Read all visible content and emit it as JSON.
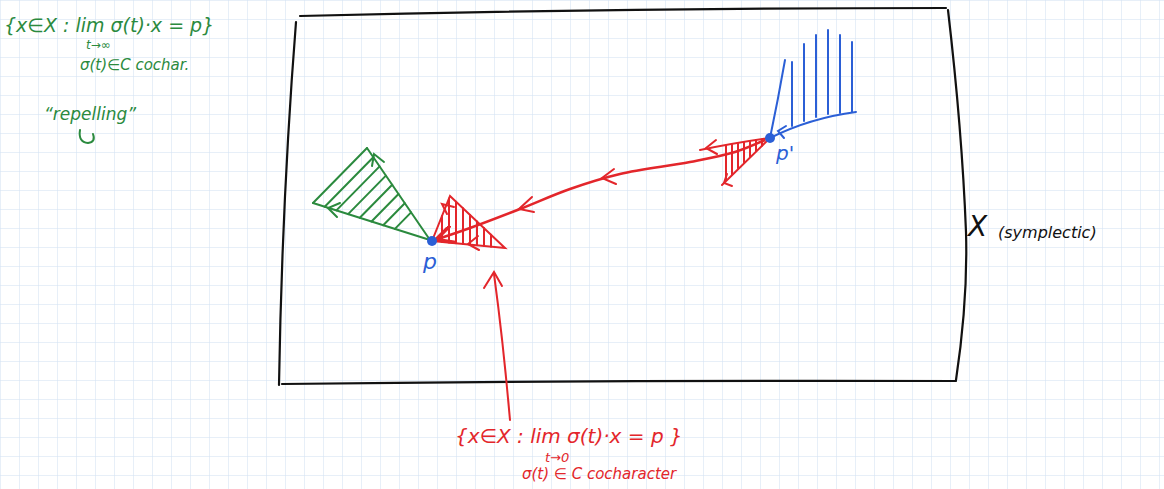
{
  "diagram": {
    "nodes": [
      {
        "text": [
          "X",
          "(symplectic)"
        ]
      },
      {
        "text": [
          "p"
        ],
        "in": 0
      },
      {
        "text": [
          "p'"
        ],
        "in": 0
      }
    ],
    "edges": [
      {
        "from": 2,
        "to": 1,
        "arrow": "to"
      }
    ],
    "labels": [
      "{x∈X : lim σ(t)·x = p}",
      "t→∞",
      "σ(t)∈C cochar.",
      "“repelling”",
      "{x∈X : lim σ(t)·x = p }",
      "t→0",
      "σ(t) ∈ C cocharacter"
    ]
  }
}
